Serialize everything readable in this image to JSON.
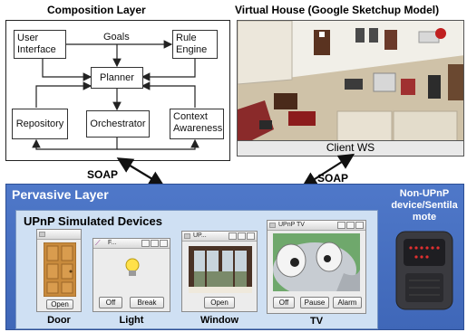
{
  "composition": {
    "title": "Composition Layer",
    "nodes": {
      "user_interface": "User\nInterface",
      "rule_engine": "Rule\nEngine",
      "planner": "Planner",
      "repository": "Repository",
      "orchestrator": "Orchestrator",
      "context_awareness": "Context\nAwareness"
    },
    "goals_label": "Goals"
  },
  "virtual_house": {
    "title": "Virtual House (Google Sketchup Model)",
    "client_label": "Client WS"
  },
  "soap_left": "SOAP",
  "soap_right": "SOAP",
  "pervasive": {
    "title": "Pervasive Layer",
    "upnp_title": "UPnP Simulated Devices",
    "non_upnp_label": "Non-UPnP\ndevice/Sentila\nmote",
    "devices": {
      "door": {
        "label": "Door",
        "button": "Open"
      },
      "light": {
        "label": "Light",
        "window_title": "F...",
        "buttons": [
          "Off",
          "Break"
        ]
      },
      "window": {
        "label": "Window",
        "window_title": "UP...",
        "button": "Open"
      },
      "tv": {
        "label": "TV",
        "window_title": "UPnP TV",
        "buttons": [
          "Off",
          "Pause",
          "Alarm"
        ]
      }
    }
  },
  "colors": {
    "pervasive_bg": "#4472c4",
    "upnp_bg": "#cfe0f3",
    "frame": "#222222"
  }
}
